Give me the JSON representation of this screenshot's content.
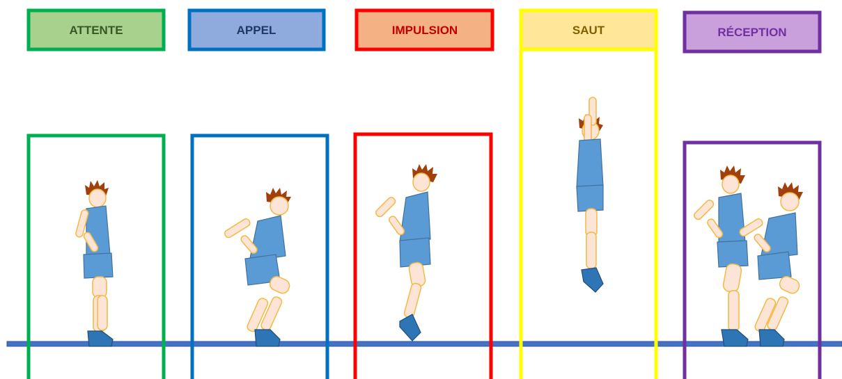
{
  "phases": [
    {
      "id": "attente",
      "label": "ATTENTE",
      "border": "#00b050",
      "fill": "#a9d18e",
      "text": "#385723"
    },
    {
      "id": "appel",
      "label": "APPEL",
      "border": "#0070c0",
      "fill": "#8faadc",
      "text": "#1f3864"
    },
    {
      "id": "impulsion",
      "label": "IMPULSION",
      "border": "#ff0000",
      "fill": "#f4b183",
      "text": "#c00000"
    },
    {
      "id": "saut",
      "label": "SAUT",
      "border": "#ffff00",
      "fill": "#ffe699",
      "text": "#7f6000"
    },
    {
      "id": "reception",
      "label": "RÉCEPTION",
      "border": "#7030a0",
      "fill": "#c9a0dc",
      "text": "#7030a0"
    }
  ],
  "colors": {
    "ground": "#4472c4",
    "shirt": "#5b9bd5",
    "skin": "#fce4d6",
    "skin_outline": "#f4b942",
    "hair": "#a0410d",
    "shoe": "#2e75b6"
  }
}
